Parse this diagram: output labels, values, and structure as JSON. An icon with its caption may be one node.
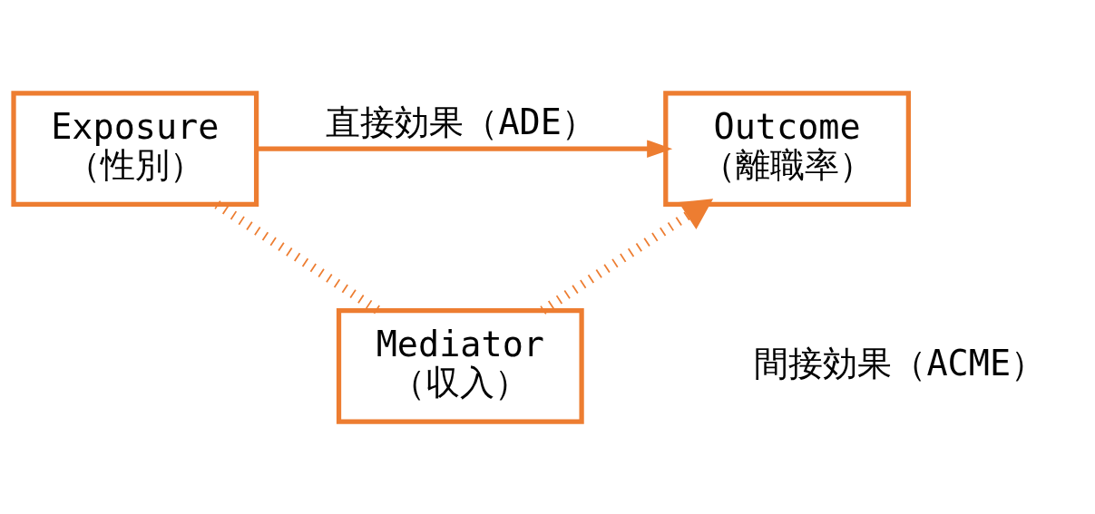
{
  "diagram": {
    "nodes": [
      {
        "text": [
          "Exposure",
          "（性別）"
        ]
      },
      {
        "text": [
          "Mediator",
          "（収入）"
        ]
      },
      {
        "text": [
          "Outcome",
          "（離職率）"
        ]
      }
    ],
    "edges": [
      {
        "from": 0,
        "to": 2,
        "arrow": "to",
        "label": "直接効果（ADE）"
      },
      {
        "from": 0,
        "to": 1,
        "arrow": "none",
        "style": "dashed"
      },
      {
        "from": 1,
        "to": 2,
        "arrow": "to",
        "style": "dashed"
      }
    ],
    "labels": [
      "間接効果（ACME）"
    ]
  }
}
